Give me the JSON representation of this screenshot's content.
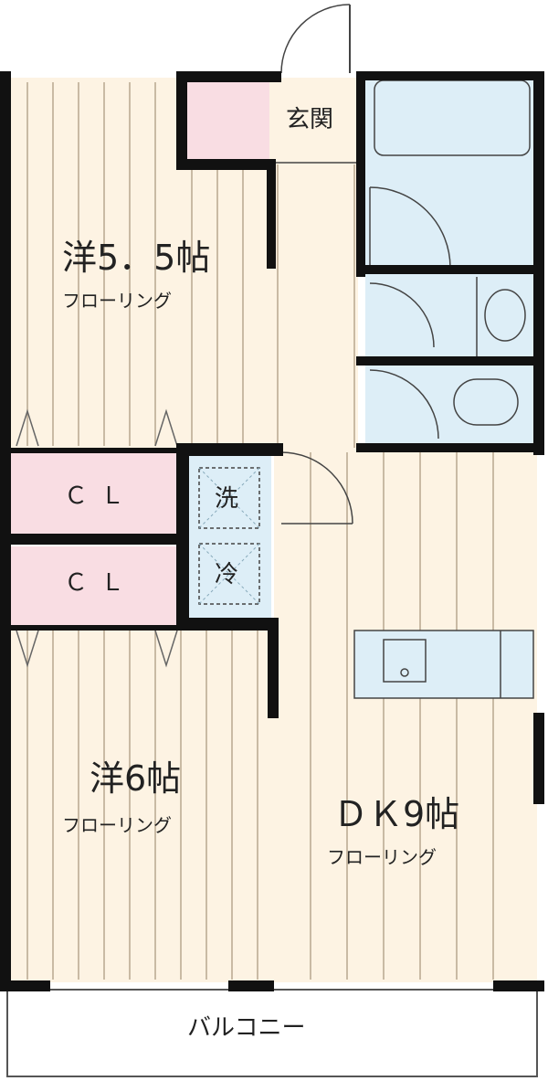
{
  "rooms": {
    "western_room_1": {
      "name": "洋5．5帖",
      "floor": "フローリング"
    },
    "western_room_2": {
      "name": "洋6帖",
      "floor": "フローリング"
    },
    "dk": {
      "name": "ＤＫ9帖",
      "floor": "フローリング"
    },
    "entrance": "玄関",
    "closet_1": "ＣＬ",
    "closet_2": "ＣＬ",
    "washer": "洗",
    "fridge": "冷",
    "balcony": "バルコニー"
  },
  "colors": {
    "floor": "#fdf3e3",
    "floor_lines": "#b8a890",
    "wet_area": "#ddeef7",
    "closet": "#f9dde3",
    "wall": "#111111",
    "fixture_line": "#444444"
  }
}
